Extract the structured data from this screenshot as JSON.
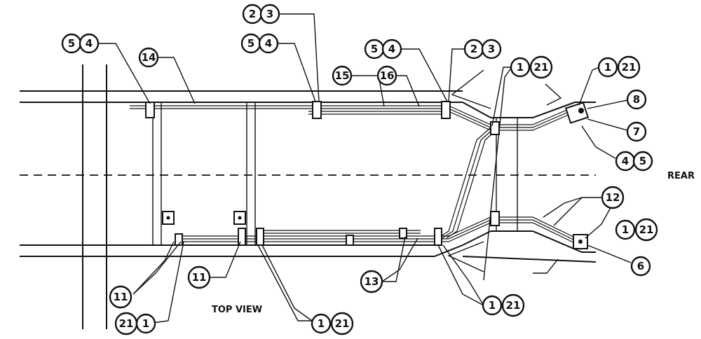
{
  "labels": {
    "view_title": "TOP VIEW",
    "direction": "REAR"
  },
  "callouts": {
    "a": [
      "5",
      "4"
    ],
    "b": [
      "14"
    ],
    "c": [
      "2",
      "3"
    ],
    "d": [
      "5",
      "4"
    ],
    "e": [
      "15"
    ],
    "f": [
      "16"
    ],
    "g": [
      "5",
      "4"
    ],
    "h": [
      "2",
      "3"
    ],
    "i": [
      "1",
      "21"
    ],
    "j": [
      "1",
      "21"
    ],
    "k": [
      "8"
    ],
    "l": [
      "7"
    ],
    "m": [
      "4",
      "5"
    ],
    "n": [
      "12"
    ],
    "o": [
      "1",
      "21"
    ],
    "p": [
      "6"
    ],
    "q": [
      "11"
    ],
    "r": [
      "21",
      "1"
    ],
    "s": [
      "11"
    ],
    "t": [
      "1",
      "21"
    ],
    "u": [
      "13"
    ],
    "v": [
      "1",
      "21"
    ]
  }
}
